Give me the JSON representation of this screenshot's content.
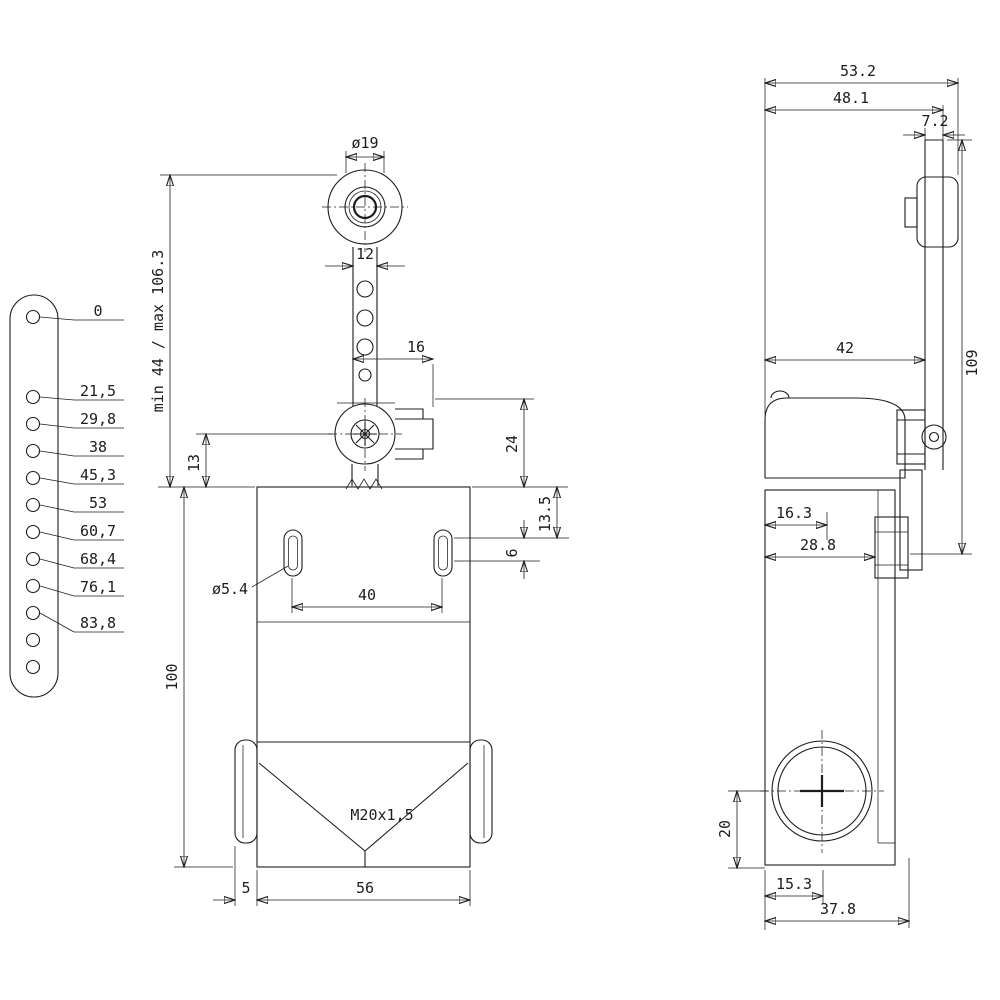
{
  "drawing": {
    "lever_scale": {
      "labels": [
        "0",
        "21,5",
        "29,8",
        "38",
        "45,3",
        "53",
        "60,7",
        "68,4",
        "76,1",
        "83,8"
      ]
    },
    "front": {
      "d19": "ø19",
      "w12": "12",
      "w16": "16",
      "minmax": "min 44 / max 106.3",
      "h13": "13",
      "h24": "24",
      "h13_5": "13.5",
      "h6": "6",
      "slot_dia": "ø5.4",
      "w40": "40",
      "h100": "100",
      "thread": "M20x1,5",
      "w5": "5",
      "w56": "56"
    },
    "side": {
      "w53_2": "53.2",
      "w48_1": "48.1",
      "w7_2": "7.2",
      "w42": "42",
      "h109": "109",
      "w16_3": "16.3",
      "w28_8": "28.8",
      "h20": "20",
      "w15_3": "15.3",
      "w37_8": "37.8"
    }
  }
}
